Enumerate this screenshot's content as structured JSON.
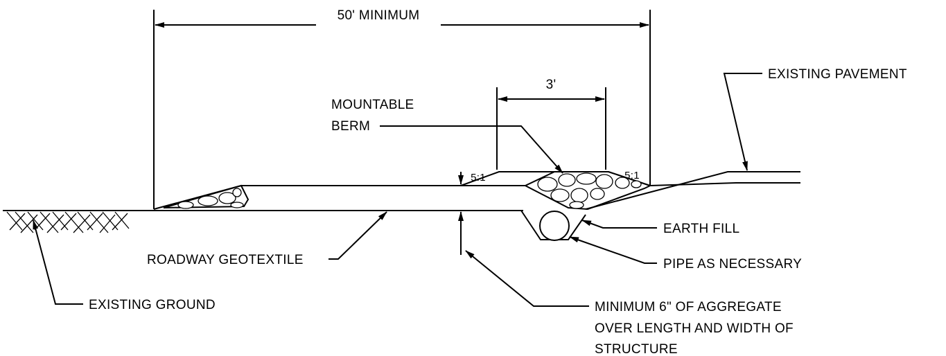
{
  "diagram": {
    "dimensions": {
      "overall_length": "50' MINIMUM",
      "berm_top_width": "3'"
    },
    "slopes": {
      "left": "5:1",
      "right": "5:1"
    },
    "labels": {
      "existing_pavement": "EXISTING PAVEMENT",
      "mountable_berm_line1": "MOUNTABLE",
      "mountable_berm_line2": "BERM",
      "earth_fill": "EARTH FILL",
      "pipe": "PIPE AS NECESSARY",
      "roadway_geotextile": "ROADWAY GEOTEXTILE",
      "existing_ground": "EXISTING GROUND",
      "aggregate_line1": "MINIMUM 6\" OF AGGREGATE",
      "aggregate_line2": "OVER LENGTH AND WIDTH OF",
      "aggregate_line3": "STRUCTURE"
    }
  }
}
